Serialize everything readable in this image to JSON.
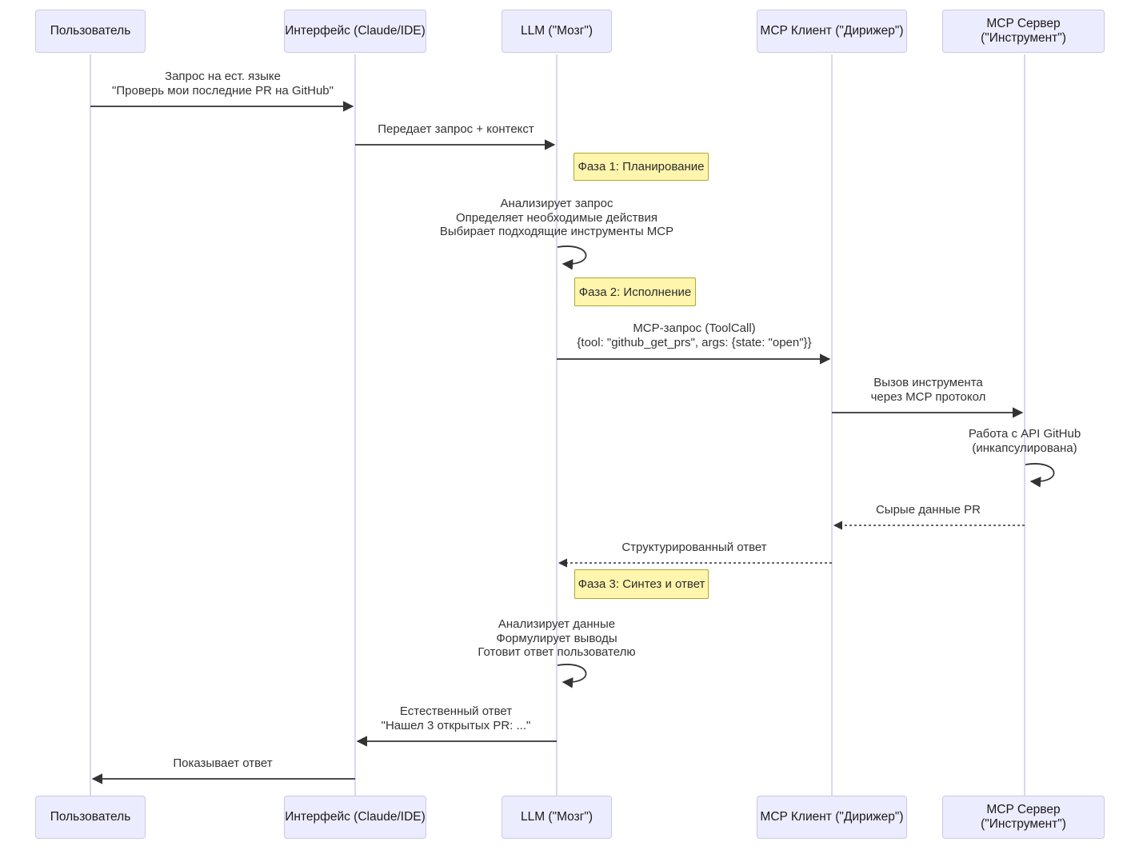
{
  "diagram": {
    "type": "sequence-diagram",
    "language": "ru",
    "actors": [
      {
        "id": "user",
        "label": "Пользователь"
      },
      {
        "id": "interface",
        "label": "Интерфейс (Claude/IDE)"
      },
      {
        "id": "llm",
        "label": "LLM (\"Мозг\")"
      },
      {
        "id": "mcp-client",
        "label": "MCP Клиент (\"Дирижер\")"
      },
      {
        "id": "mcp-server",
        "label": "MCP Сервер (\"Инструмент\")"
      }
    ],
    "messages": [
      {
        "from": "user",
        "to": "interface",
        "style": "solid",
        "direction": "right",
        "lines": [
          "Запрос на ест. языке",
          "\"Проверь мои последние PR на GitHub\""
        ]
      },
      {
        "from": "interface",
        "to": "llm",
        "style": "solid",
        "direction": "right",
        "lines": [
          "Передает запрос + контекст"
        ]
      },
      {
        "from": "llm",
        "to": "mcp-client",
        "style": "solid",
        "direction": "right",
        "lines": [
          "MCP-запрос (ToolCall)",
          "{tool: \"github_get_prs\", args: {state: \"open\"}}"
        ]
      },
      {
        "from": "mcp-client",
        "to": "mcp-server",
        "style": "solid",
        "direction": "right",
        "lines": [
          "Вызов инструмента",
          "через MCP протокол"
        ]
      },
      {
        "from": "mcp-server",
        "to": "mcp-client",
        "style": "dashed",
        "direction": "left",
        "lines": [
          "Сырые данные PR"
        ]
      },
      {
        "from": "mcp-client",
        "to": "llm",
        "style": "dashed",
        "direction": "left",
        "lines": [
          "Структурированный ответ"
        ]
      },
      {
        "from": "llm",
        "to": "interface",
        "style": "solid",
        "direction": "left",
        "lines": [
          "Естественный ответ",
          "\"Нашел 3 открытых PR: ...\""
        ]
      },
      {
        "from": "interface",
        "to": "user",
        "style": "solid",
        "direction": "left",
        "lines": [
          "Показывает ответ"
        ]
      }
    ],
    "self_messages": [
      {
        "actor": "llm",
        "lines": [
          "Анализирует запрос",
          "Определяет необходимые действия",
          "Выбирает подходящие инструменты MCP"
        ]
      },
      {
        "actor": "mcp-server",
        "lines": [
          "Работа с API GitHub",
          "(инкапсулирована)"
        ]
      },
      {
        "actor": "llm",
        "lines": [
          "Анализирует данные",
          "Формулирует выводы",
          "Готовит ответ пользователю"
        ]
      }
    ],
    "notes": [
      {
        "position": "right of llm",
        "label": "Фаза 1: Планирование"
      },
      {
        "position": "right of llm",
        "label": "Фаза 2: Исполнение"
      },
      {
        "position": "right of llm",
        "label": "Фаза 3: Синтез и ответ"
      }
    ]
  },
  "colors": {
    "actor_fill": "#ECECFF",
    "actor_border": "#c9c9e8",
    "note_fill": "#FFF5AD",
    "note_border": "#AAAA33",
    "message_line": "#333333",
    "lifeline": "#ccccf2",
    "background": "#ffffff"
  }
}
